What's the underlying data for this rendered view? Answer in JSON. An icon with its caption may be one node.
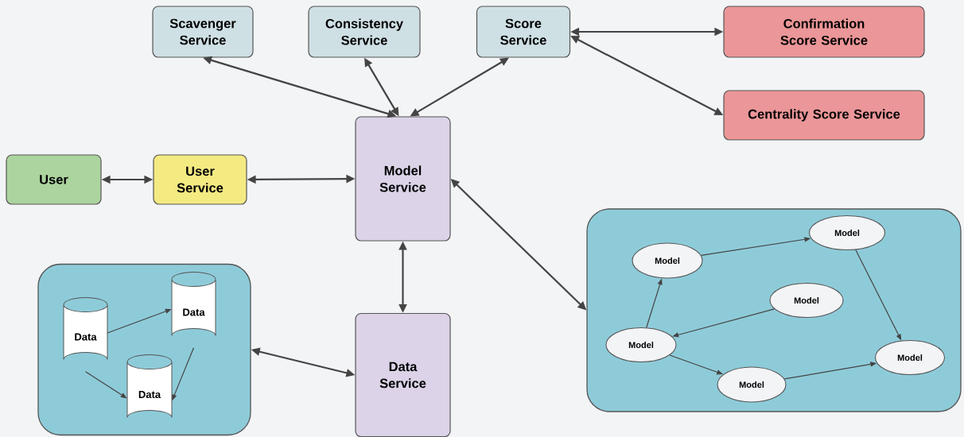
{
  "diagram": {
    "nodes": [
      {
        "text": [
          "Scavenger Service"
        ]
      },
      {
        "text": [
          "Consistency Service"
        ]
      },
      {
        "text": [
          "Score Service"
        ]
      },
      {
        "text": [
          "Confirmation Score Service"
        ]
      },
      {
        "text": [
          "Centrality Score Service"
        ]
      },
      {
        "text": [
          "User"
        ]
      },
      {
        "text": [
          "User Service"
        ]
      },
      {
        "text": [
          "Model Service"
        ]
      },
      {
        "text": [],
        "shape": "box"
      },
      {
        "text": [
          "Data"
        ],
        "in": 8
      },
      {
        "text": [
          "Data"
        ],
        "in": 8
      },
      {
        "text": [
          "Data"
        ],
        "in": 8
      },
      {
        "text": [
          "Data Service"
        ]
      },
      {
        "text": [],
        "shape": "box"
      },
      {
        "text": [
          "Model"
        ],
        "in": 13
      },
      {
        "text": [
          "Model"
        ],
        "in": 13
      },
      {
        "text": [
          "Model"
        ],
        "in": 13
      },
      {
        "text": [
          "Model"
        ],
        "in": 13
      },
      {
        "text": [
          "Model"
        ],
        "in": 13
      },
      {
        "text": [
          "Model"
        ],
        "in": 13
      }
    ],
    "edges": [
      {
        "from": 0,
        "to": 7,
        "arrow": "both"
      },
      {
        "from": 1,
        "to": 7,
        "arrow": "both"
      },
      {
        "from": 2,
        "to": 7,
        "arrow": "both"
      },
      {
        "from": 2,
        "to": 3,
        "arrow": "both"
      },
      {
        "from": 2,
        "to": 4,
        "arrow": "both"
      },
      {
        "from": 5,
        "to": 6,
        "arrow": "both"
      },
      {
        "from": 6,
        "to": 7,
        "arrow": "both"
      },
      {
        "from": 7,
        "to": 12,
        "arrow": "both"
      },
      {
        "from": 7,
        "to": 13,
        "arrow": "both"
      },
      {
        "from": 8,
        "to": 12,
        "arrow": "both"
      },
      {
        "from": 9,
        "to": 10,
        "arrow": "to"
      },
      {
        "from": 9,
        "to": 11,
        "arrow": "to"
      },
      {
        "from": 10,
        "to": 11,
        "arrow": "to"
      },
      {
        "from": 17,
        "to": 14,
        "arrow": "to"
      },
      {
        "from": 14,
        "to": 15,
        "arrow": "to"
      },
      {
        "from": 15,
        "to": 19,
        "arrow": "to"
      },
      {
        "from": 16,
        "to": 17,
        "arrow": "to"
      },
      {
        "from": 17,
        "to": 18,
        "arrow": "to"
      },
      {
        "from": 18,
        "to": 19,
        "arrow": "to"
      }
    ]
  }
}
